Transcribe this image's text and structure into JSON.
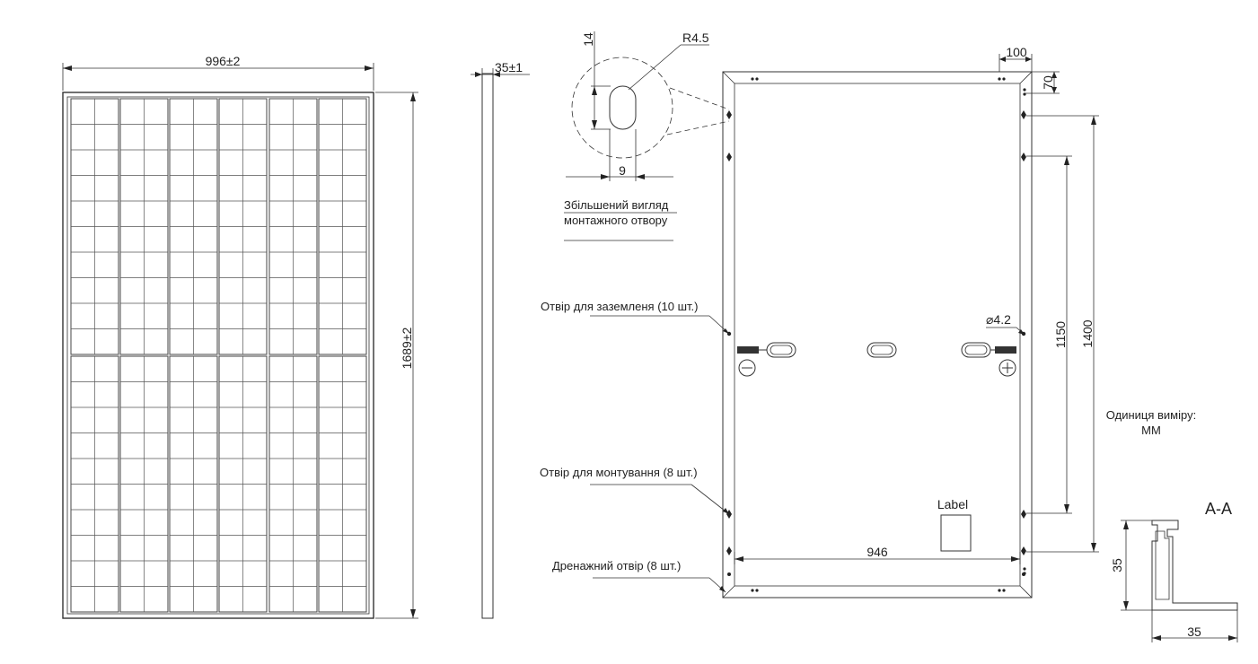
{
  "front_view": {
    "width_label": "996±2",
    "height_label": "1689±2"
  },
  "side_view": {
    "thickness_label": "35±1"
  },
  "detail": {
    "radius_label": "R4.5",
    "height_label": "14",
    "width_label": "9",
    "caption_line1": "Збільшений вигляд",
    "caption_line2": "монтажного отвору"
  },
  "rear_view": {
    "dim_100": "100",
    "dim_70": "70",
    "dim_1400": "1400",
    "dim_1150": "1150",
    "dim_946": "946",
    "hole_diameter": "⌀4.2",
    "label_box": "Label"
  },
  "callouts": {
    "grounding": "Отвір для заземленя (10 шт.)",
    "mounting": "Отвір для монтування (8 шт.)",
    "drain": "Дренажний отвір (8 шт.)"
  },
  "units": {
    "line1": "Одиниця виміру:",
    "line2": "MM"
  },
  "section": {
    "title": "A-A",
    "height_label": "35",
    "width_label": "35"
  }
}
